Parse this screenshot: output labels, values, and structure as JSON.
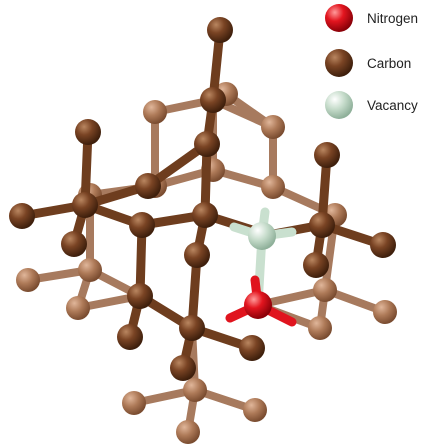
{
  "legend": {
    "items": [
      {
        "key": "nitrogen",
        "label": "Nitrogen",
        "color": "#e0141e"
      },
      {
        "key": "carbon",
        "label": "Carbon",
        "color": "#5a3116"
      },
      {
        "key": "vacancy",
        "label": "Vacancy",
        "color": "#b9d4c2"
      }
    ]
  },
  "colors": {
    "carbon_dark": "#6b3a1c",
    "carbon_light": "#a06a4a",
    "bond_dark": "#6e3d1e",
    "bond_light": "#a77a5e",
    "nitrogen": "#e0141e",
    "vacancy": "#b9d4c2"
  }
}
